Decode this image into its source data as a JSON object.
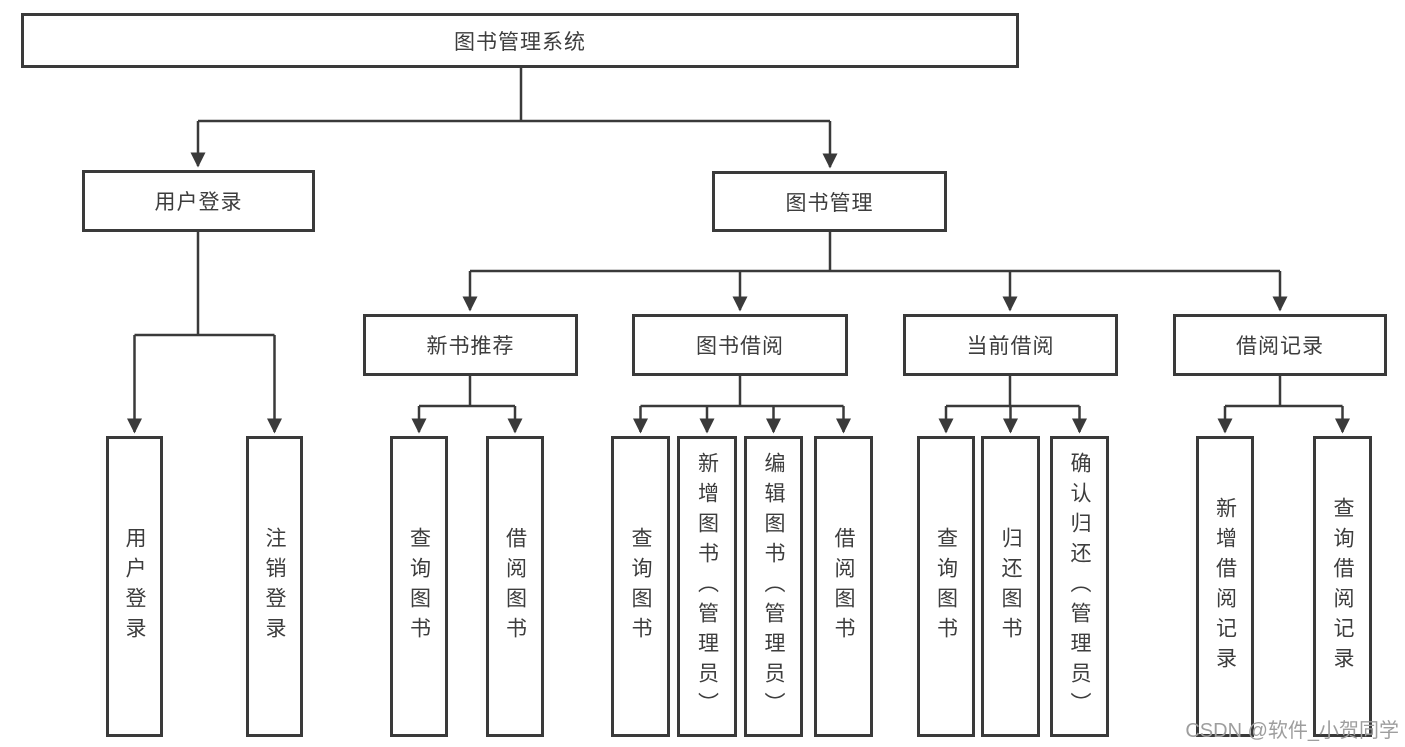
{
  "diagram": {
    "title": "图书管理系统",
    "tree": {
      "root": "图书管理系统",
      "children": [
        {
          "label": "用户登录",
          "children": [
            "用户登录",
            "注销登录"
          ]
        },
        {
          "label": "图书管理",
          "children": [
            {
              "label": "新书推荐",
              "children": [
                "查询图书",
                "借阅图书"
              ]
            },
            {
              "label": "图书借阅",
              "children": [
                "查询图书",
                "新增图书（管理员）",
                "编辑图书（管理员）",
                "借阅图书"
              ]
            },
            {
              "label": "当前借阅",
              "children": [
                "查询图书",
                "归还图书",
                "确认归还（管理员）"
              ]
            },
            {
              "label": "借阅记录",
              "children": [
                "新增借阅记录",
                "查询借阅记录"
              ]
            }
          ]
        }
      ]
    },
    "colors": {
      "box_border": "#3a3a3a",
      "line": "#3a3a3a",
      "text": "#3d3d3d",
      "background": "#ffffff",
      "watermark_text_color": "#9e9e9e"
    }
  },
  "watermark": {
    "text": "CSDN @软件_小贺同学"
  }
}
